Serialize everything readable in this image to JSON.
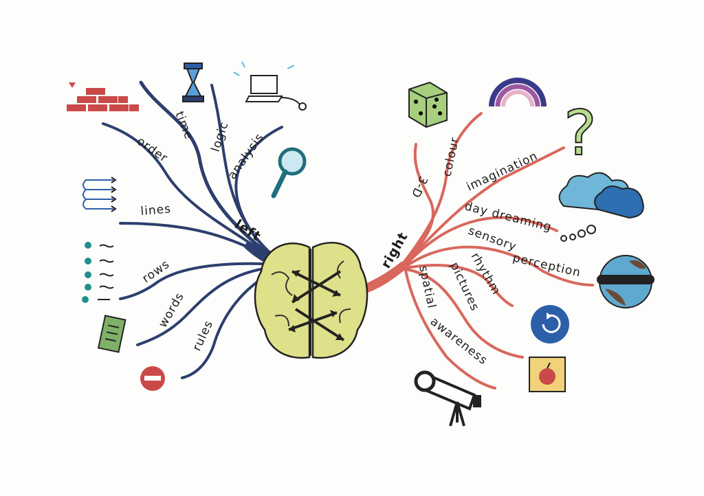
{
  "center": {
    "left_label": "left",
    "right_label": "right"
  },
  "left_branches": [
    "time",
    "logic",
    "analysis",
    "order",
    "lines",
    "rows",
    "words",
    "rules"
  ],
  "right_branches": [
    "3-D",
    "colour",
    "imagination",
    "day dreaming",
    "sensory",
    "perception",
    "rhythm",
    "pictures",
    "spatial",
    "awareness"
  ],
  "colors": {
    "left": "#2d3f6e",
    "right": "#d9675c",
    "brain": "#dfe08a"
  },
  "icons": [
    "bricks-icon",
    "hourglass-icon",
    "laptop-icon",
    "magnifier-icon",
    "arrows-icon",
    "dots-list-icon",
    "book-icon",
    "no-entry-icon",
    "dice-icon",
    "rainbow-icon",
    "question-mark-icon",
    "cloud-icon",
    "globe-icon",
    "refresh-icon",
    "apple-picture-icon",
    "telescope-icon"
  ]
}
